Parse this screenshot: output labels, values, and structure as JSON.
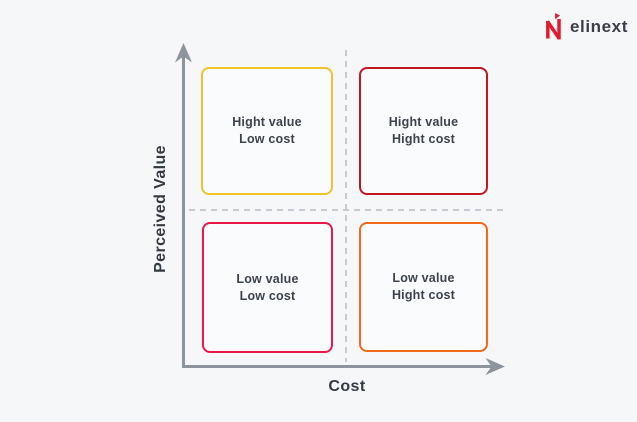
{
  "logo": {
    "text": "elinext",
    "icon": "elinext-n-icon",
    "brand_color": "#e4192c"
  },
  "axes": {
    "y_label": "Perceived Value",
    "x_label": "Cost",
    "axis_color": "#8d949e",
    "divider_color": "#c7cbd1"
  },
  "quadrants": [
    {
      "position": "top-left",
      "line1": "Hight value",
      "line2": "Low cost",
      "color": "#f2c12e"
    },
    {
      "position": "top-right",
      "line1": "Hight value",
      "line2": "Hight cost",
      "color": "#c01722"
    },
    {
      "position": "bottom-left",
      "line1": "Low value",
      "line2": "Low cost",
      "color": "#e9164a"
    },
    {
      "position": "bottom-right",
      "line1": "Low value",
      "line2": "Hight cost",
      "color": "#f2691d"
    }
  ],
  "colors": {
    "background": "#f6f7f9",
    "text_dark": "#3d434c"
  }
}
